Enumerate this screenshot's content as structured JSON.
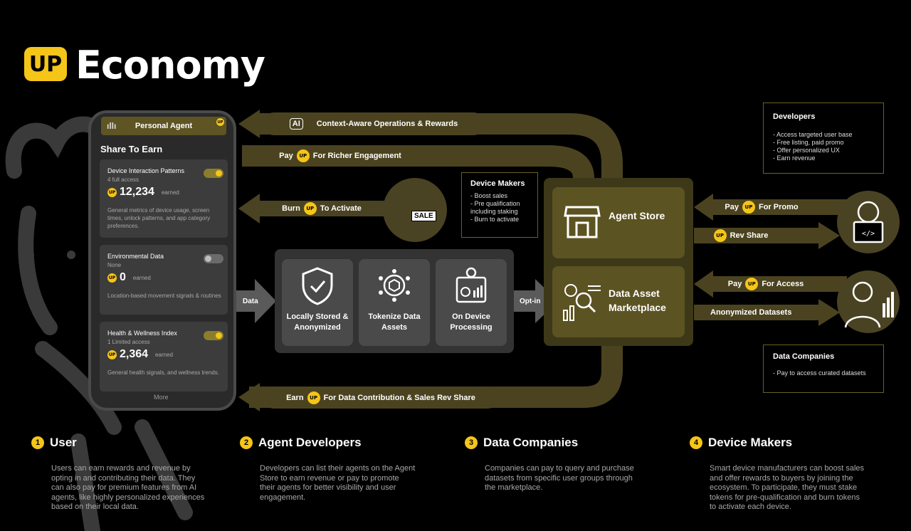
{
  "header": {
    "logo_text": "UP",
    "title": "Economy"
  },
  "phone": {
    "agent_label": "Personal Agent",
    "share_title": "Share To Earn",
    "cards": [
      {
        "title": "Device Interaction Patterns",
        "access": "4 full access",
        "value": "12,234",
        "earned": "earned",
        "desc": "General metrics of device usage, screen times, unlock patterns, and app category preferences.",
        "toggle": "on"
      },
      {
        "title": "Environmental Data",
        "access": "None",
        "value": "0",
        "earned": "earned",
        "desc": "Location-based movement signals & routines",
        "toggle": "off"
      },
      {
        "title": "Health & Wellness Index",
        "access": "1 Limited access",
        "value": "2,364",
        "earned": "earned",
        "desc": "General health signals, and wellness trends.",
        "toggle": "on"
      }
    ],
    "more": "More"
  },
  "flows": {
    "context": "Context-Aware Operations & Rewards",
    "pay_prefix": "Pay",
    "richer": "For Richer Engagement",
    "burn": "Burn",
    "activate": "To Activate",
    "data": "Data",
    "optin": "Opt-in",
    "earn": "Earn",
    "contribution": "For Data Contribution & Sales Rev Share",
    "promo": "For Promo",
    "revshare": "Rev Share",
    "access": "For Access",
    "datasets": "Anonymized Datasets"
  },
  "tiles": [
    {
      "label": "Locally Stored & Anonymized"
    },
    {
      "label": "Tokenize Data Assets"
    },
    {
      "label": "On Device Processing"
    }
  ],
  "nodes": {
    "agent_store": "Agent Store",
    "marketplace": "Data Asset Marketplace"
  },
  "callouts": {
    "device_makers": {
      "title": "Device Makers",
      "lines": [
        "- Boost sales",
        "- Pre qualification including staking",
        "- Burn to activate"
      ]
    },
    "developers": {
      "title": "Developers",
      "lines": [
        "- Access targeted user base",
        "- Free listing, paid promo",
        "- Offer personalized UX",
        "- Earn revenue"
      ]
    },
    "data_companies": {
      "title": "Data Companies",
      "lines": [
        "- Pay to access curated datasets"
      ]
    }
  },
  "sale_sign": "SALE",
  "sections": [
    {
      "num": "1",
      "title": "User",
      "desc": "Users can earn rewards and revenue by opting in and contributing their data. They can also pay for premium features from AI agents, like highly personalized experiences based on their local data."
    },
    {
      "num": "2",
      "title": "Agent Developers",
      "desc": "Developers can list their agents on the Agent Store to earn revenue or pay to promote their agents for better visibility and user engagement."
    },
    {
      "num": "3",
      "title": "Data Companies",
      "desc": "Companies can pay to query and purchase datasets from specific user groups through the marketplace."
    },
    {
      "num": "4",
      "title": "Device Makers",
      "desc": "Smart device manufacturers can boost sales and offer rewards to buyers by joining the ecosystem. To participate, they must stake tokens for pre-qualification and burn tokens to activate each device."
    }
  ],
  "colors": {
    "accent": "#f5c518",
    "olive": "#6c6023",
    "box": "#5c5322"
  }
}
